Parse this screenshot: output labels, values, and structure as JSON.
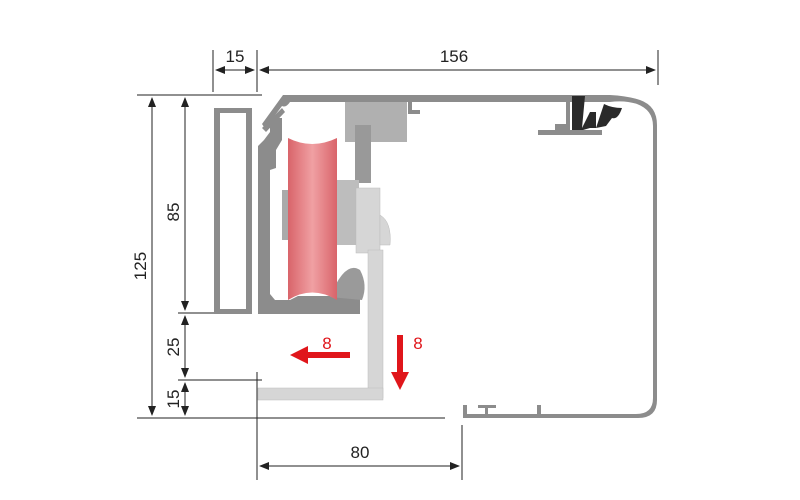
{
  "dimensions": {
    "top_left": "15",
    "top_total": "156",
    "left_total": "125",
    "left_upper": "85",
    "left_middle": "25",
    "left_lower": "15",
    "bottom": "80"
  },
  "adjustments": {
    "horizontal": "8",
    "vertical": "8"
  },
  "colors": {
    "profile": "#8c8c8c",
    "wheel": "#e8868a",
    "bracket": "#d6d6d6",
    "seal": "#2a2a2a",
    "arrow": "#e0161b"
  }
}
